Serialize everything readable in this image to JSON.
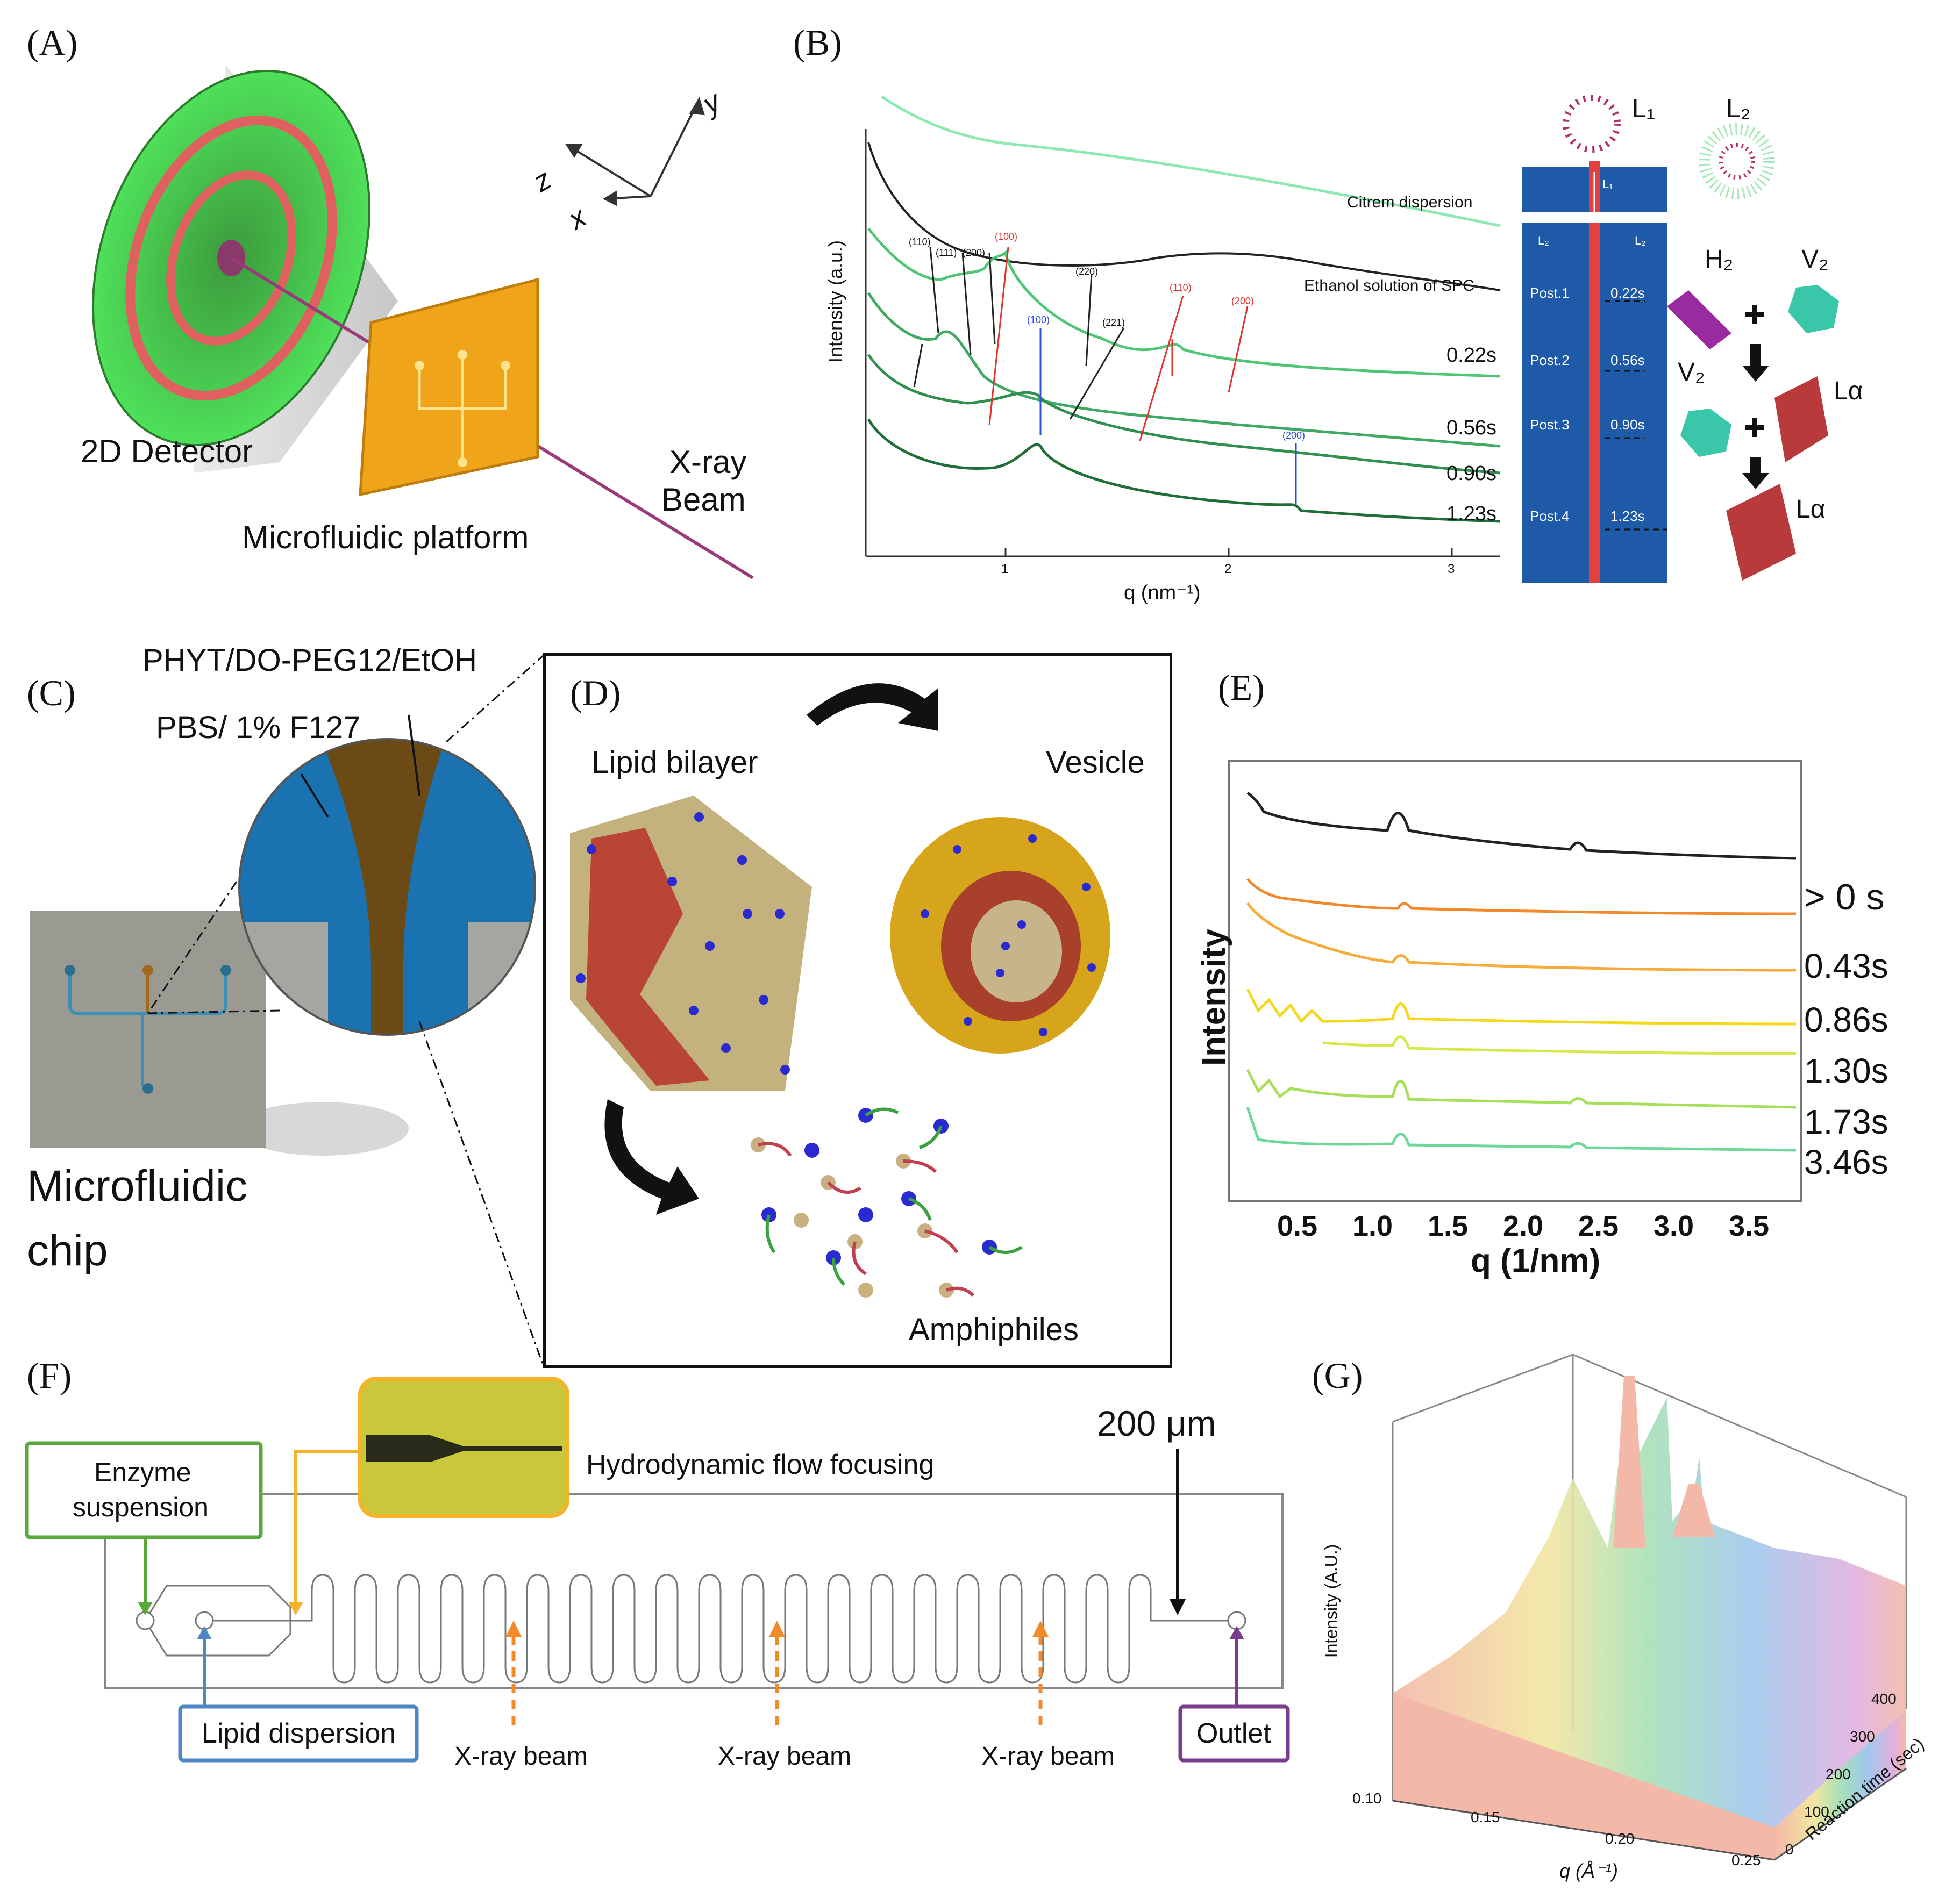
{
  "panels": {
    "A": {
      "label": "(A)",
      "detector_label": "2D Detector",
      "platform_label": "Microfluidic platform",
      "beam_label_line1": "X-ray",
      "beam_label_line2": "Beam",
      "axes": [
        "z",
        "x",
        "y"
      ]
    },
    "B": {
      "label": "(B)",
      "xlabel": "q (nm⁻¹)",
      "ylabel": "Intensity (a.u.)",
      "xticks": [
        "1",
        "2",
        "3"
      ],
      "curve_labels": [
        "Citrem dispersion",
        "Ethanol solution of SPC",
        "0.22s",
        "0.56s",
        "0.90s",
        "1.23s"
      ],
      "peak_labels_black": [
        "(110)",
        "(111)",
        "(200)",
        "(220)",
        "(221)"
      ],
      "peak_labels_red": [
        "(100)",
        "(110)",
        "(200)"
      ],
      "peak_labels_blue": [
        "(100)",
        "(200)"
      ],
      "channel": {
        "posts": [
          "Post.1",
          "Post.2",
          "Post.3",
          "Post.4"
        ],
        "times": [
          "0.22s",
          "0.56s",
          "0.90s",
          "1.23s"
        ],
        "inlet_labels": [
          "L₁",
          "L₂",
          "L₂"
        ]
      },
      "phases": {
        "L1": "L₁",
        "L2": "L₂",
        "H2": "H₂",
        "V2a": "V₂",
        "V2b": "V₂",
        "La1": "Lα",
        "La2": "Lα"
      }
    },
    "C": {
      "label": "(C)",
      "top_label": "PHYT/DO-PEG12/EtOH",
      "side_label": "PBS/ 1% F127",
      "chip_line1": "Microfluidic",
      "chip_line2": "chip"
    },
    "D": {
      "label": "(D)",
      "bilayer": "Lipid bilayer",
      "vesicle": "Vesicle",
      "amphiphiles": "Amphiphiles"
    },
    "E": {
      "label": "(E)",
      "xlabel": "q (1/nm)",
      "ylabel": "Intensity",
      "xticks": [
        "0.5",
        "1.0",
        "1.5",
        "2.0",
        "2.5",
        "3.0",
        "3.5"
      ],
      "series_labels": [
        "> 0 s",
        "0.43s",
        "0.86s",
        "1.30s",
        "1.73s",
        "3.46s"
      ]
    },
    "F": {
      "label": "(F)",
      "enzyme_line1": "Enzyme",
      "enzyme_line2": "suspension",
      "focusing": "Hydrodynamic flow focusing",
      "scale": "200 μm",
      "lipid": "Lipid dispersion",
      "outlet": "Outlet",
      "beams": [
        "X-ray beam",
        "X-ray beam",
        "X-ray beam"
      ]
    },
    "G": {
      "label": "(G)",
      "zlabel": "Intensity (A.U.)",
      "xlabel": "q (Å⁻¹)",
      "ylabel": "Reaction time (sec)",
      "xticks": [
        "0.10",
        "0.15",
        "0.20",
        "0.25"
      ],
      "yticks": [
        "0",
        "100",
        "200",
        "300",
        "400"
      ]
    }
  },
  "colors": {
    "green_bright": "#7fe3a6",
    "green_dark": "#2f8f4c",
    "channel_blue": "#1e4f96",
    "brown": "#6b4a16",
    "chip_grey": "#9a9a92",
    "orange_arrow": "#f08a2c",
    "purple": "#7a3c8c",
    "enzyme_green": "#5aa83c",
    "lipid_blue": "#4f86c4",
    "focus_orange": "#f4b32a"
  }
}
